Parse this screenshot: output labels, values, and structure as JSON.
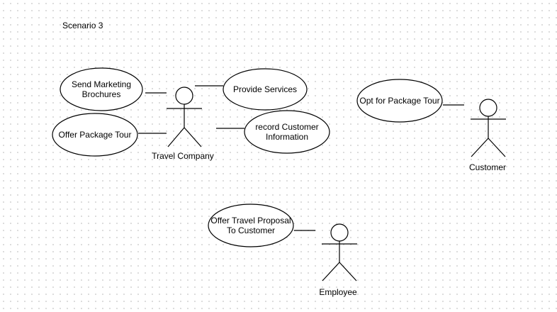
{
  "diagram": {
    "title": "Scenario 3",
    "actors": {
      "travel_company": "Travel Company",
      "customer": "Customer",
      "employee": "Employee"
    },
    "use_cases": {
      "send_marketing_brochures": "Send Marketing\nBrochures",
      "provide_services": "Provide Services",
      "offer_package_tour": "Offer Package Tour",
      "record_customer_information": "record Customer\nInformation",
      "opt_for_package_tour": "Opt for Package Tour",
      "offer_travel_proposal": "Offer Travel Proposal\nTo Customer"
    }
  }
}
